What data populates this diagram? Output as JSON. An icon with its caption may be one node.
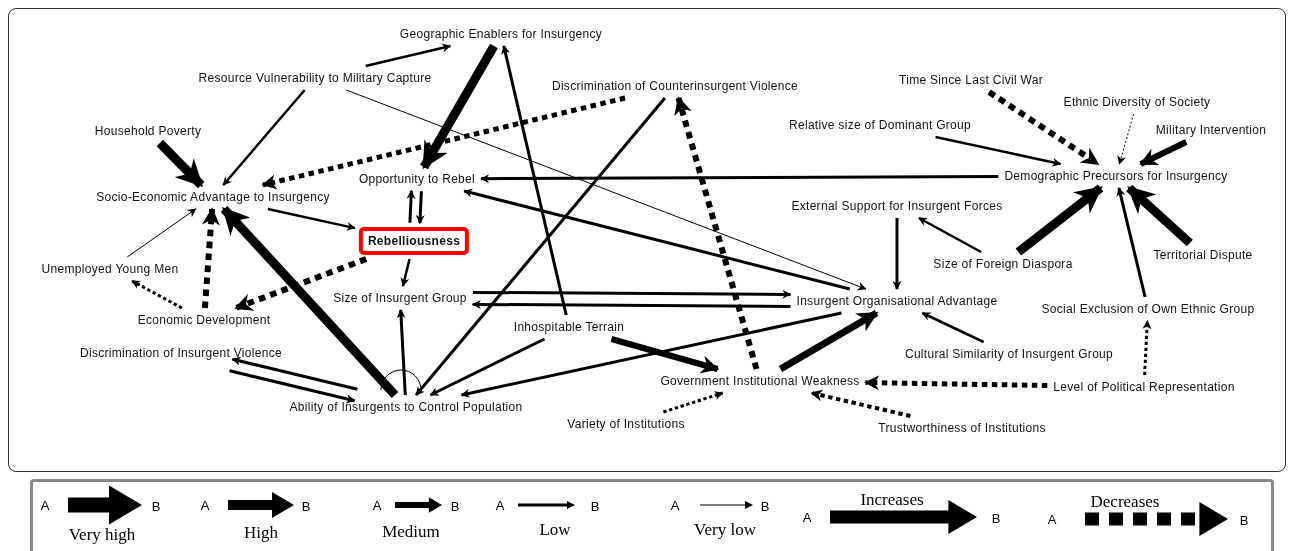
{
  "diagram": {
    "nodes": [
      {
        "text": [
          "Geographic Enablers for Insurgency"
        ]
      },
      {
        "text": [
          "Resource Vulnerability to Military Capture"
        ]
      },
      {
        "text": [
          "Discrimination of Counterinsurgent Violence"
        ]
      },
      {
        "text": [
          "Time Since Last Civil War"
        ]
      },
      {
        "text": [
          "Ethnic Diversity of Society"
        ]
      },
      {
        "text": [
          "Household Poverty"
        ]
      },
      {
        "text": [
          "Relative size of Dominant Group"
        ]
      },
      {
        "text": [
          "Military Intervention"
        ]
      },
      {
        "text": [
          "Socio-Economic Advantage to Insurgency"
        ]
      },
      {
        "text": [
          "Opportunity to Rebel"
        ]
      },
      {
        "text": [
          "Demographic Precursors for Insurgency"
        ]
      },
      {
        "text": [
          "External Support for Insurgent Forces"
        ]
      },
      {
        "text": [
          "Rebelliousness"
        ]
      },
      {
        "text": [
          "Unemployed Young Men"
        ]
      },
      {
        "text": [
          "Size of Foreign Diaspora"
        ]
      },
      {
        "text": [
          "Territorial Dispute"
        ]
      },
      {
        "text": [
          "Size of Insurgent Group"
        ]
      },
      {
        "text": [
          "Insurgent Organisational Advantage"
        ]
      },
      {
        "text": [
          "Economic Development"
        ]
      },
      {
        "text": [
          "Social Exclusion of Own Ethnic Group"
        ]
      },
      {
        "text": [
          "Inhospitable Terrain"
        ]
      },
      {
        "text": [
          "Discrimination of Insurgent Violence"
        ]
      },
      {
        "text": [
          "Cultural Similarity of Insurgent Group"
        ]
      },
      {
        "text": [
          "Government Institutional Weakness"
        ]
      },
      {
        "text": [
          "Level of Political Representation"
        ]
      },
      {
        "text": [
          "Ability of Insurgents to Control Population"
        ]
      },
      {
        "text": [
          "Variety of Institutions"
        ]
      },
      {
        "text": [
          "Trustworthiness of Institutions"
        ]
      }
    ],
    "edges": [
      {
        "from": 1,
        "to": 0,
        "arrow": "to"
      },
      {
        "from": 0,
        "to": 9,
        "arrow": "to",
        "style": "thick"
      },
      {
        "from": 1,
        "to": 8,
        "arrow": "to"
      },
      {
        "from": 1,
        "to": 17,
        "arrow": "to"
      },
      {
        "from": 2,
        "to": 8,
        "arrow": "to",
        "style": "dashed"
      },
      {
        "from": 5,
        "to": 8,
        "arrow": "to",
        "style": "thick"
      },
      {
        "from": 13,
        "to": 8,
        "arrow": "to"
      },
      {
        "from": 18,
        "to": 8,
        "arrow": "to",
        "style": "dashed"
      },
      {
        "from": 18,
        "to": 13,
        "arrow": "to",
        "style": "dashed"
      },
      {
        "from": 25,
        "to": 8,
        "arrow": "to",
        "style": "thick"
      },
      {
        "from": 8,
        "to": 12,
        "arrow": "to"
      },
      {
        "from": 9,
        "to": 12,
        "arrow": "to"
      },
      {
        "from": 12,
        "to": 9,
        "arrow": "to"
      },
      {
        "from": 12,
        "to": 16,
        "arrow": "to"
      },
      {
        "from": 12,
        "to": 18,
        "arrow": "to",
        "style": "dashed"
      },
      {
        "from": 10,
        "to": 9,
        "arrow": "to"
      },
      {
        "from": 17,
        "to": 9,
        "arrow": "to"
      },
      {
        "from": 20,
        "to": 0,
        "arrow": "to"
      },
      {
        "from": 2,
        "to": 25,
        "arrow": "to"
      },
      {
        "from": 23,
        "to": 2,
        "arrow": "to",
        "style": "dashed"
      },
      {
        "from": 16,
        "to": 17,
        "arrow": "to"
      },
      {
        "from": 17,
        "to": 16,
        "arrow": "to"
      },
      {
        "from": 25,
        "to": 16,
        "arrow": "to"
      },
      {
        "from": 20,
        "to": 25,
        "arrow": "to"
      },
      {
        "from": 17,
        "to": 25,
        "arrow": "to"
      },
      {
        "from": 20,
        "to": 23,
        "arrow": "to",
        "style": "thick"
      },
      {
        "from": 23,
        "to": 17,
        "arrow": "to",
        "style": "thick"
      },
      {
        "from": 22,
        "to": 17,
        "arrow": "to"
      },
      {
        "from": 24,
        "to": 23,
        "arrow": "to",
        "style": "dashed"
      },
      {
        "from": 24,
        "to": 19,
        "arrow": "to",
        "style": "dashed"
      },
      {
        "from": 26,
        "to": 23,
        "arrow": "to",
        "style": "dashed"
      },
      {
        "from": 27,
        "to": 23,
        "arrow": "to",
        "style": "dashed"
      },
      {
        "from": 11,
        "to": 17,
        "arrow": "to"
      },
      {
        "from": 14,
        "to": 11,
        "arrow": "to"
      },
      {
        "from": 14,
        "to": 10,
        "arrow": "to",
        "style": "thick"
      },
      {
        "from": 19,
        "to": 10,
        "arrow": "to"
      },
      {
        "from": 15,
        "to": 10,
        "arrow": "to",
        "style": "thick"
      },
      {
        "from": 3,
        "to": 10,
        "arrow": "to",
        "style": "dashed"
      },
      {
        "from": 4,
        "to": 10,
        "arrow": "to",
        "style": "dashed"
      },
      {
        "from": 6,
        "to": 10,
        "arrow": "to"
      },
      {
        "from": 7,
        "to": 10,
        "arrow": "to",
        "style": "thick"
      },
      {
        "from": 25,
        "to": 21,
        "arrow": "to"
      },
      {
        "from": 21,
        "to": 25,
        "arrow": "to"
      }
    ],
    "labels": [
      "A",
      "B",
      "A",
      "B",
      "A",
      "B",
      "A",
      "B",
      "A",
      "B",
      "A",
      "B",
      "A",
      "B"
    ],
    "legend": [
      {
        "text": "Very high"
      },
      {
        "text": "High"
      },
      {
        "text": "Medium"
      },
      {
        "text": "Low"
      },
      {
        "text": "Very low"
      },
      {
        "text": "Increases"
      },
      {
        "text": "Decreases"
      }
    ]
  }
}
